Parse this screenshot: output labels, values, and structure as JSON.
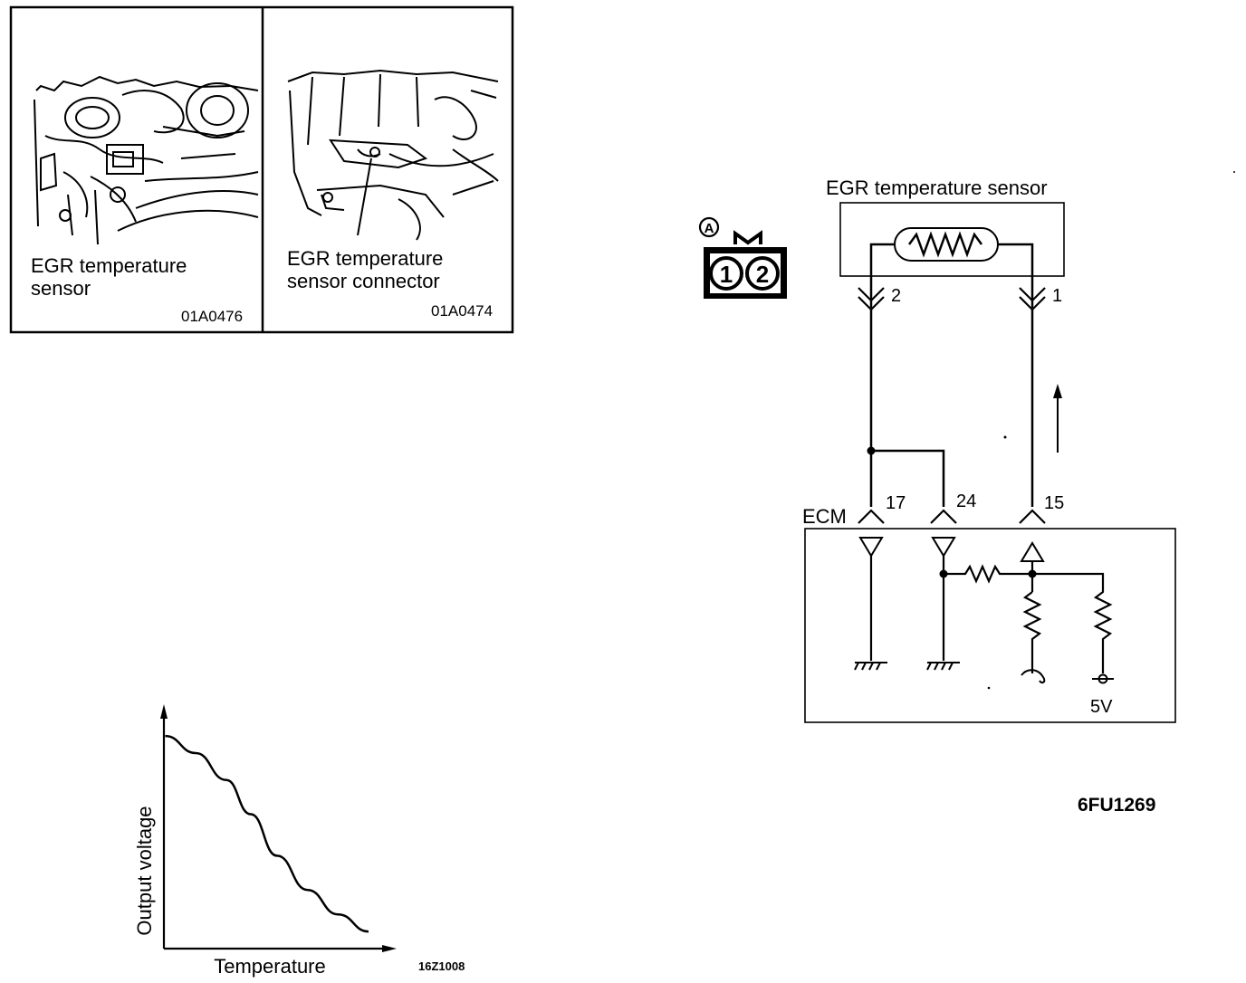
{
  "photo_panels": {
    "left": {
      "caption_line1": "EGR  temperature",
      "caption_line2": "sensor",
      "code": "01A0476"
    },
    "right": {
      "caption_line1": "EGR  temperature",
      "caption_line2": "sensor  connector",
      "code": "01A0474"
    }
  },
  "connector": {
    "id": "A",
    "pin1": "1",
    "pin2": "2"
  },
  "circuit": {
    "sensor_label": "EGR  temperature  sensor",
    "sensor_pin_left": "2",
    "sensor_pin_right": "1",
    "ecm_label": "ECM",
    "ecm_pin_ground": "17",
    "ecm_pin_ground2": "24",
    "ecm_pin_signal": "15",
    "supply_label": "5V",
    "figure_code": "6FU1269"
  },
  "graph": {
    "ylabel": "Output  voltage",
    "xlabel": "Temperature",
    "figure_code": "16Z1008"
  },
  "chart_data": {
    "type": "line",
    "title": "",
    "xlabel": "Temperature",
    "ylabel": "Output  voltage",
    "series": [
      {
        "x": [
          0.0,
          0.15,
          0.3,
          0.42,
          0.55,
          0.7,
          0.85,
          1.0
        ],
        "y": [
          0.87,
          0.8,
          0.69,
          0.55,
          0.38,
          0.24,
          0.14,
          0.07
        ]
      }
    ]
  }
}
